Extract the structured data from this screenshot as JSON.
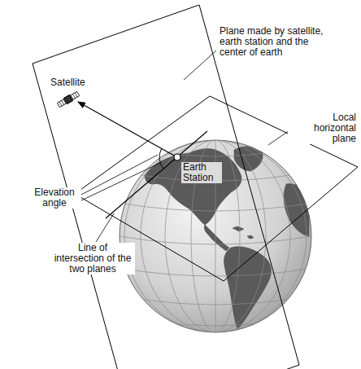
{
  "diagram": {
    "labels": [
      "Satellite",
      "Plane made by satellite, earth station and the center of earth",
      "Local horizontal plane",
      "Elevation angle",
      "Earth Station",
      "Line of intersection of the two planes"
    ]
  }
}
